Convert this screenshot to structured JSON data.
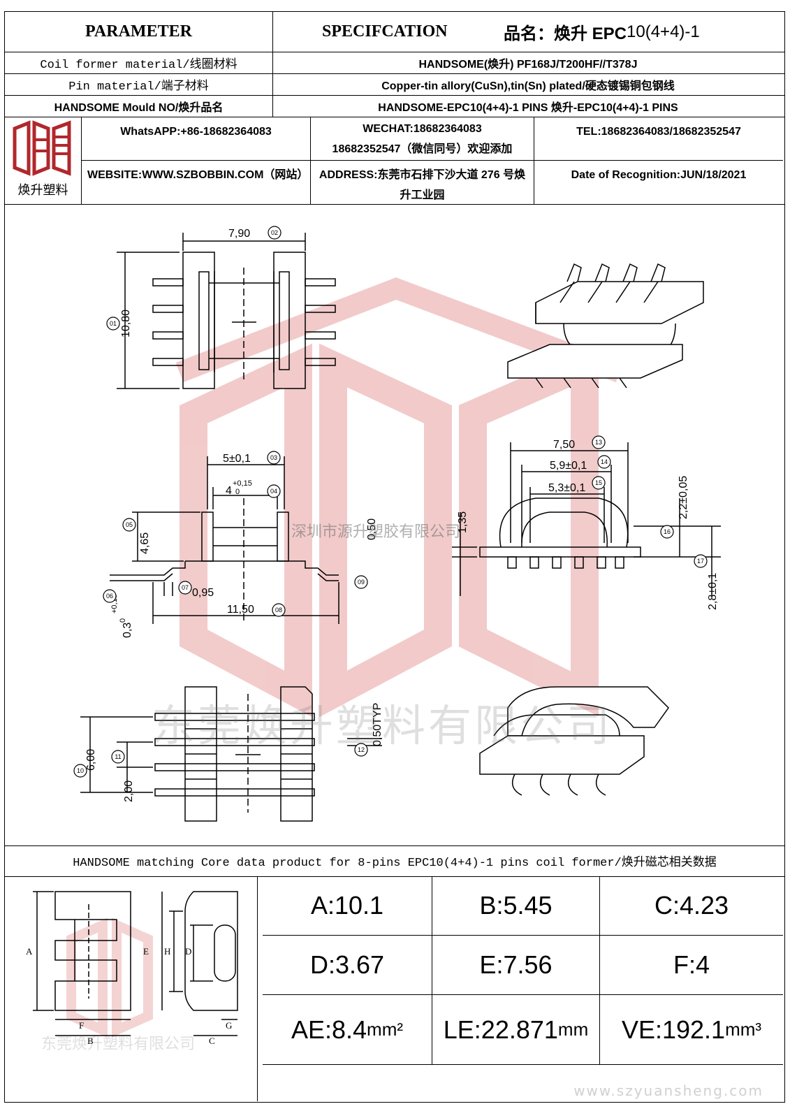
{
  "header": {
    "parameter": "PARAMETER",
    "specification": "SPECIFCATION",
    "product_label": "品名：焕升 EPC",
    "product_model": "10(4+4)-1"
  },
  "spec_rows": [
    {
      "label": "Coil former material/线圈材料",
      "value": "HANDSOME(焕升)    PF168J/T200HF//T378J"
    },
    {
      "label": "Pin material/端子材料",
      "value": "Copper-tin allory(CuSn),tin(Sn) plated/硬态镀锡铜包钢线"
    },
    {
      "label": "HANDSOME Mould NO/焕升品名",
      "value": "HANDSOME-EPC10(4+4)-1 PINS     焕升-EPC10(4+4)-1 PINS"
    }
  ],
  "company": {
    "logo_caption": "焕升塑料",
    "whatsapp": "WhatsAPP:+86-18682364083",
    "wechat_line1": "WECHAT:18682364083",
    "wechat_line2": "18682352547（微信同号）欢迎添加",
    "tel": "TEL:18682364083/18682352547",
    "website": "WEBSITE:WWW.SZBOBBIN.COM（网站）",
    "address": "ADDRESS:东莞市石排下沙大道 276 号焕升工业园",
    "date": "Date of Recognition:JUN/18/2021"
  },
  "watermarks": {
    "company_sz": "深圳市源升塑胶有限公司",
    "company_dg": "东莞焕升塑料有限公司",
    "core_wm": "东莞焕升塑料有限公司",
    "site": "www.szyuansheng.com"
  },
  "dimensions": {
    "top_width": "7,90",
    "top_height": "10,80",
    "pitch_outer": "5±0,1",
    "pitch_inner": "4",
    "pitch_inner_tol": "+0,15",
    "pitch_inner_tol2": "0",
    "height_side": "4,65",
    "pin_width": "0,95",
    "overall_width": "11,50",
    "pin_thick": "0,3",
    "pin_thick_tol": "+0,15",
    "pin_thick_tol2": "0",
    "base_thick": "0,50",
    "right_w1": "7,50",
    "right_w2": "5,9±0,1",
    "right_w3": "5,3±0,1",
    "right_h1": "1,35",
    "right_h2": "2,2±0,05",
    "right_h3": "2,8±0,1",
    "bottom_h1": "6,00",
    "bottom_h2": "2,00",
    "bottom_typ": "0,50TYP",
    "markers": [
      "01",
      "02",
      "03",
      "04",
      "05",
      "06",
      "07",
      "08",
      "09",
      "10",
      "11",
      "12",
      "13",
      "14",
      "15",
      "16",
      "17"
    ]
  },
  "core_section": {
    "title": "HANDSOME matching Core data  product for 8-pins EPC10(4+4)-1 pins coil former/焕升磁芯相关数据",
    "labels": [
      "A",
      "B",
      "C",
      "D",
      "E",
      "F",
      "G",
      "H"
    ],
    "params": [
      {
        "label": "A:",
        "value": "10.1",
        "unit": ""
      },
      {
        "label": "B:",
        "value": "5.45",
        "unit": ""
      },
      {
        "label": "C:",
        "value": "4.23",
        "unit": ""
      },
      {
        "label": "D:",
        "value": "3.67",
        "unit": ""
      },
      {
        "label": "E:",
        "value": "7.56",
        "unit": ""
      },
      {
        "label": "F:",
        "value": "4",
        "unit": ""
      },
      {
        "label": "AE:",
        "value": "8.4",
        "unit": "mm²"
      },
      {
        "label": "LE:",
        "value": "22.871",
        "unit": "mm"
      },
      {
        "label": "VE:",
        "value": "192.1",
        "unit": "mm³"
      }
    ]
  },
  "colors": {
    "logo_red": "#b0282c",
    "watermark_red": "#e8a0a0"
  }
}
